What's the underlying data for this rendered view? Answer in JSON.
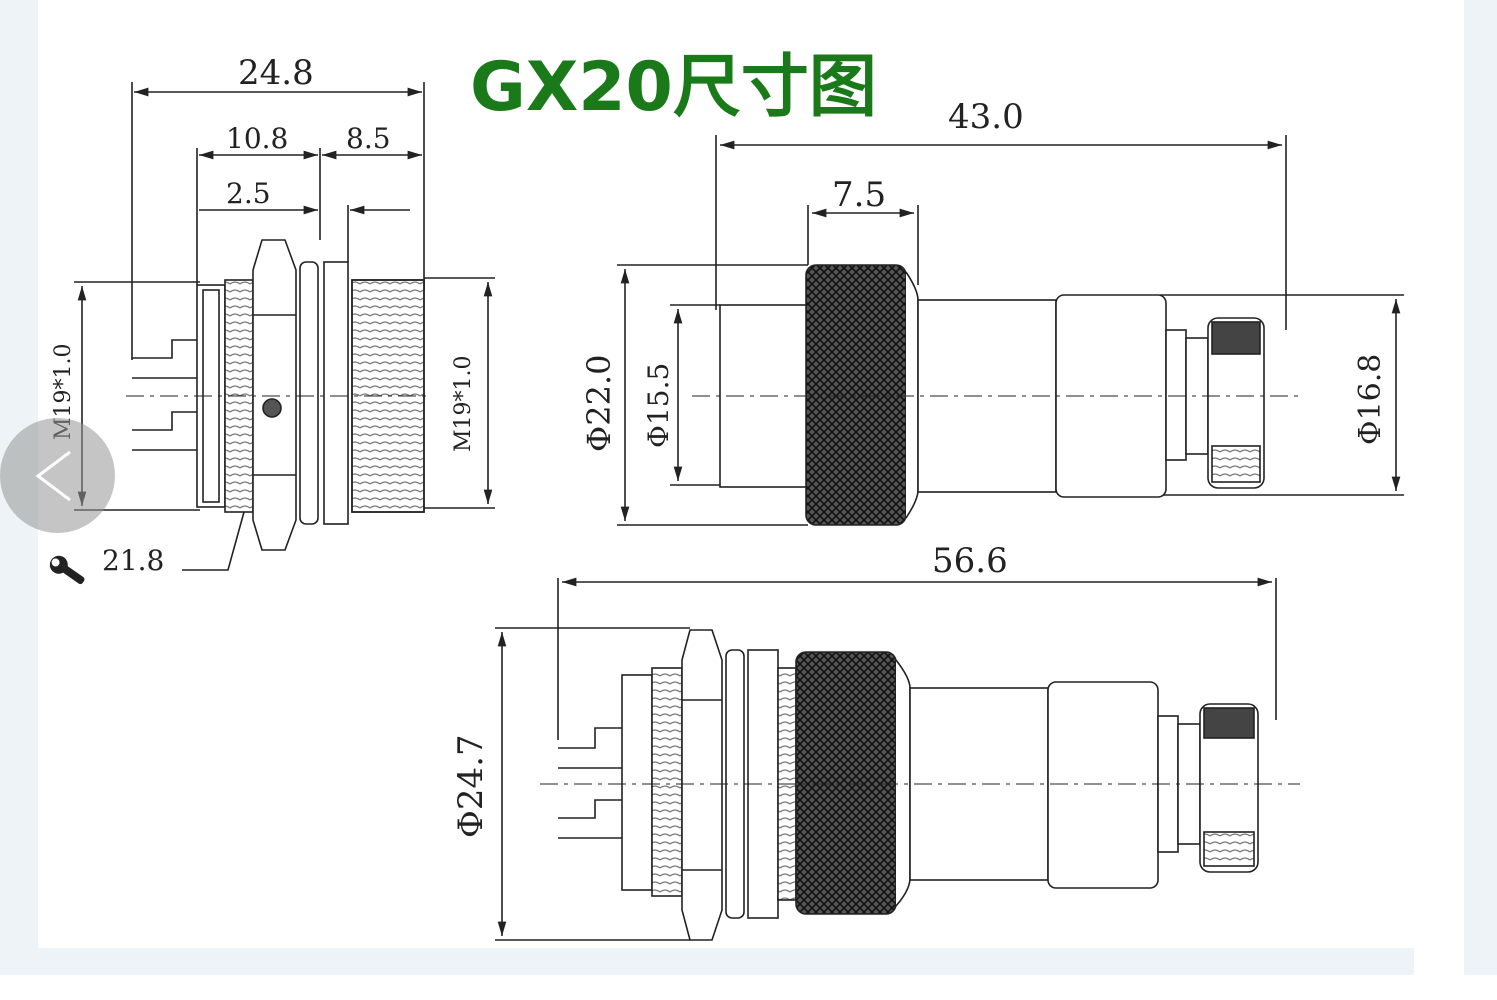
{
  "viewer": {
    "title": "GX20尺寸图",
    "title_color": "#1a7a1a",
    "prev_icon": "chevron-left-icon"
  },
  "drawing": {
    "panel_mount_view": {
      "total_length": "24.8",
      "body_length": "10.8",
      "thread_length": "8.5",
      "flange_thickness": "2.5",
      "thread_left": "M19*1.0",
      "thread_right": "M19*1.0",
      "wrench_size": "21.8",
      "wrench_icon": "wrench-icon"
    },
    "plug_view": {
      "total_length": "43.0",
      "nut_length": "7.5",
      "nut_diameter": "Φ22.0",
      "sleeve_diameter": "Φ15.5",
      "tail_diameter": "Φ16.8"
    },
    "assembled_view": {
      "total_length": "56.6",
      "max_diameter": "Φ24.7"
    }
  }
}
